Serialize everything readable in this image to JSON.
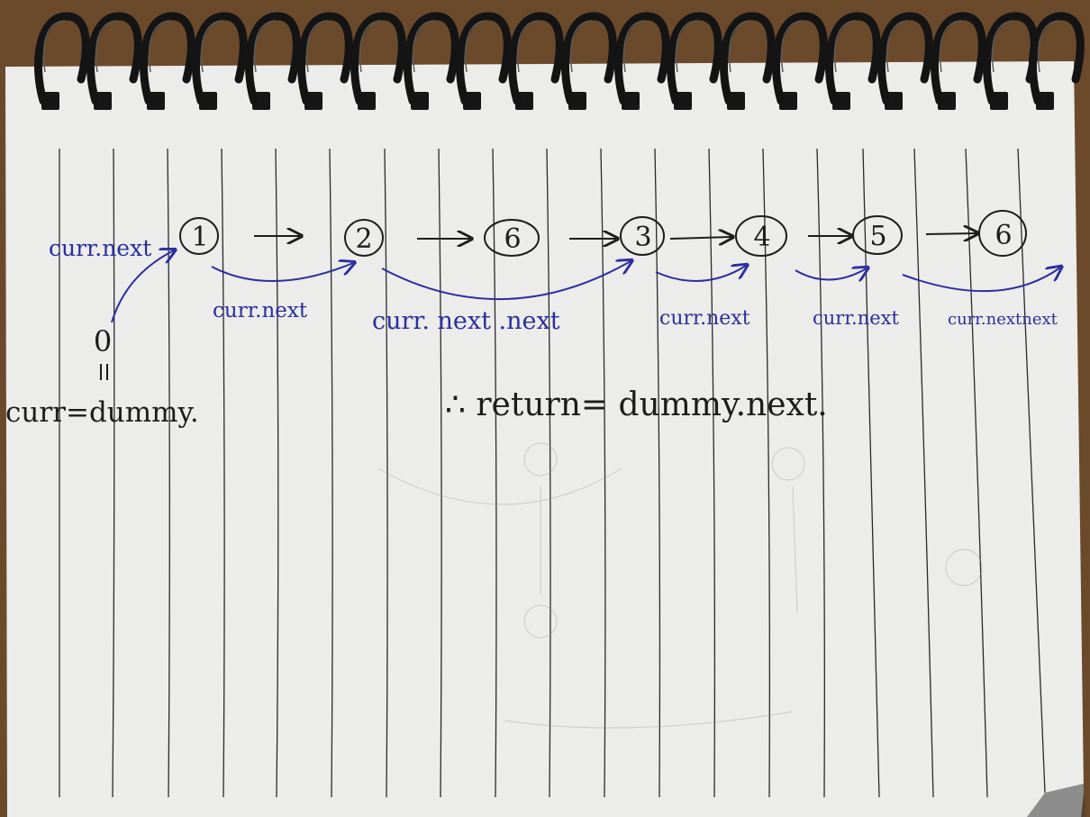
{
  "colors": {
    "desk": "#6b4a2c",
    "paper": "#ececea",
    "pen_black": "#1c1c1c",
    "pen_blue": "#2b2f9e",
    "ruled_line": "#2a2a2a",
    "spiral": "#141414"
  },
  "notebook": {
    "icon": "spiral-binding-icon"
  },
  "diagram": {
    "dummy_node": "0",
    "dummy_label": "curr=dummy.",
    "nodes": [
      "1",
      "2",
      "6",
      "3",
      "4",
      "5",
      "6"
    ],
    "pointer_labels": [
      "curr.next",
      "curr.next",
      "curr. next .next",
      "curr.next",
      "curr.next",
      "curr.nextnext"
    ],
    "conclusion": "∴ return= dummy.next."
  }
}
